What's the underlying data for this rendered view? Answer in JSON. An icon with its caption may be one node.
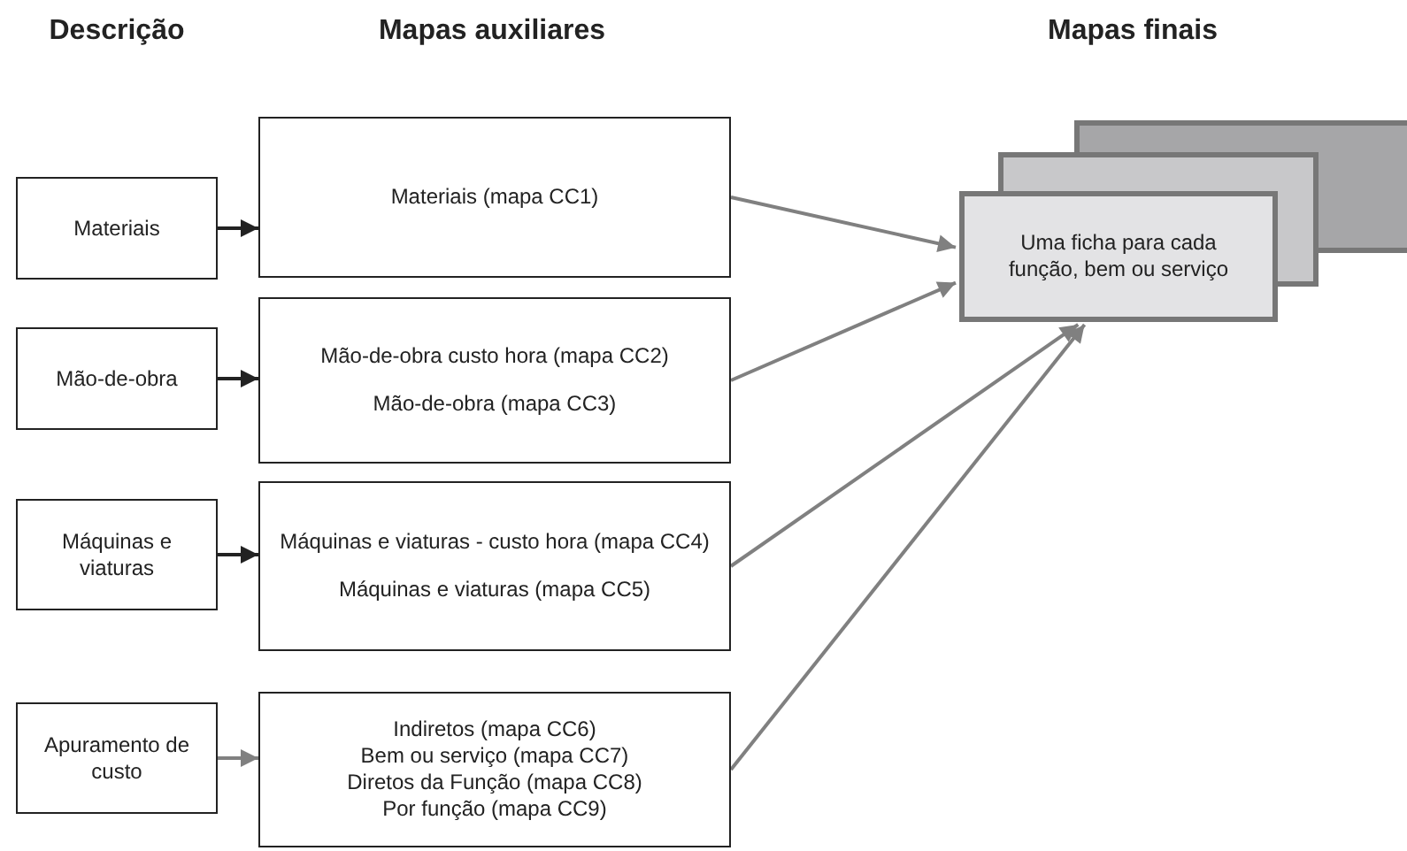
{
  "diagram": {
    "nodes": [
      {
        "text": [
          "Materiais"
        ]
      },
      {
        "text": [
          "Mão-de-obra"
        ]
      },
      {
        "text": [
          "Máquinas e viaturas"
        ]
      },
      {
        "text": [
          "Apuramento de custo"
        ]
      },
      {
        "text": [
          "Materiais (mapa CC1)"
        ]
      },
      {
        "text": [
          "Mão-de-obra custo hora (mapa CC2)",
          "Mão-de-obra (mapa CC3)"
        ]
      },
      {
        "text": [
          "Máquinas e viaturas - custo hora (mapa CC4)",
          "Máquinas e viaturas (mapa CC5)"
        ]
      },
      {
        "text": [
          "Indiretos (mapa CC6)",
          "Bem ou serviço (mapa CC7)",
          "Diretos da Função (mapa CC8)",
          "Por função (mapa CC9)"
        ]
      },
      {
        "text": [],
        "shape": "box"
      },
      {
        "text": [],
        "shape": "box"
      },
      {
        "text": [
          "Uma ficha para cada função, bem ou serviço"
        ]
      }
    ],
    "edges": [
      {
        "from": 0,
        "to": 4,
        "arrow": "to",
        "color": "#222222"
      },
      {
        "from": 1,
        "to": 5,
        "arrow": "to",
        "color": "#222222"
      },
      {
        "from": 2,
        "to": 6,
        "arrow": "to",
        "color": "#222222"
      },
      {
        "from": 3,
        "to": 7,
        "arrow": "to"
      },
      {
        "from": 4,
        "to": 10,
        "arrow": "to"
      },
      {
        "from": 5,
        "to": 10,
        "arrow": "to"
      },
      {
        "from": 6,
        "to": 10,
        "arrow": "to"
      },
      {
        "from": 7,
        "to": 10,
        "arrow": "to"
      }
    ],
    "labels": [
      "Descrição",
      "Mapas auxiliares",
      "Mapas finais"
    ]
  }
}
